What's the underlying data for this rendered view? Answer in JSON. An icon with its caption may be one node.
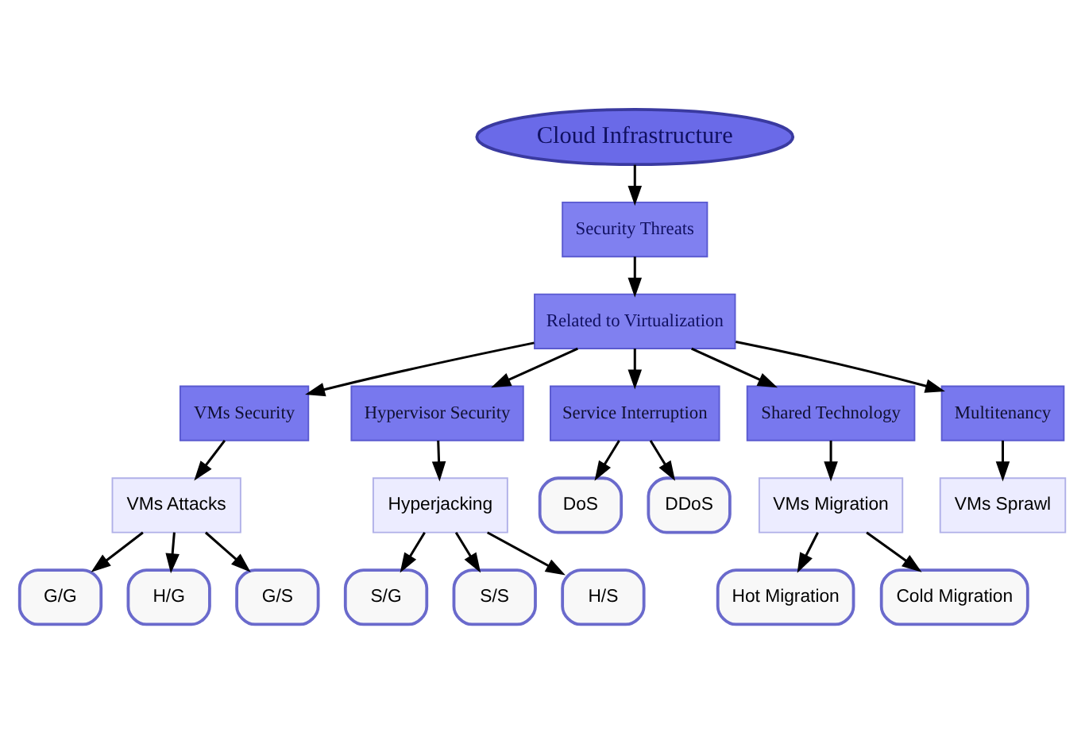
{
  "diagram": {
    "nodes": [
      {
        "text": [
          "Cloud Infrastructure"
        ]
      },
      {
        "text": [
          "Security Threats"
        ]
      },
      {
        "text": [
          "Related to Virtualization"
        ]
      },
      {
        "text": [
          "VMs Security"
        ]
      },
      {
        "text": [
          "Hypervisor Security"
        ]
      },
      {
        "text": [
          "Service Interruption"
        ]
      },
      {
        "text": [
          "Shared Technology"
        ]
      },
      {
        "text": [
          "Multitenancy"
        ]
      },
      {
        "text": [
          "VMs Attacks"
        ]
      },
      {
        "text": [
          "Hyperjacking"
        ]
      },
      {
        "text": [
          "VMs Migration"
        ]
      },
      {
        "text": [
          "VMs Sprawl"
        ]
      },
      {
        "text": [
          "G/G"
        ]
      },
      {
        "text": [
          "H/G"
        ]
      },
      {
        "text": [
          "G/S"
        ]
      },
      {
        "text": [
          "S/G"
        ]
      },
      {
        "text": [
          "S/S"
        ]
      },
      {
        "text": [
          "H/S"
        ]
      },
      {
        "text": [
          "DoS"
        ]
      },
      {
        "text": [
          "DDoS"
        ]
      },
      {
        "text": [
          "Hot Migration"
        ]
      },
      {
        "text": [
          "Cold Migration"
        ]
      }
    ],
    "edges": [
      {
        "from": 0,
        "to": 1,
        "arrow": "to"
      },
      {
        "from": 1,
        "to": 2,
        "arrow": "to"
      },
      {
        "from": 2,
        "to": 3,
        "arrow": "to"
      },
      {
        "from": 2,
        "to": 4,
        "arrow": "to"
      },
      {
        "from": 2,
        "to": 5,
        "arrow": "to"
      },
      {
        "from": 2,
        "to": 6,
        "arrow": "to"
      },
      {
        "from": 2,
        "to": 7,
        "arrow": "to"
      },
      {
        "from": 3,
        "to": 8,
        "arrow": "to"
      },
      {
        "from": 4,
        "to": 9,
        "arrow": "to"
      },
      {
        "from": 5,
        "to": 18,
        "arrow": "to"
      },
      {
        "from": 5,
        "to": 19,
        "arrow": "to"
      },
      {
        "from": 6,
        "to": 10,
        "arrow": "to"
      },
      {
        "from": 7,
        "to": 11,
        "arrow": "to"
      },
      {
        "from": 8,
        "to": 12,
        "arrow": "to"
      },
      {
        "from": 8,
        "to": 13,
        "arrow": "to"
      },
      {
        "from": 8,
        "to": 14,
        "arrow": "to"
      },
      {
        "from": 9,
        "to": 15,
        "arrow": "to"
      },
      {
        "from": 9,
        "to": 16,
        "arrow": "to"
      },
      {
        "from": 9,
        "to": 17,
        "arrow": "to"
      },
      {
        "from": 10,
        "to": 20,
        "arrow": "to"
      },
      {
        "from": 10,
        "to": 21,
        "arrow": "to"
      }
    ]
  }
}
